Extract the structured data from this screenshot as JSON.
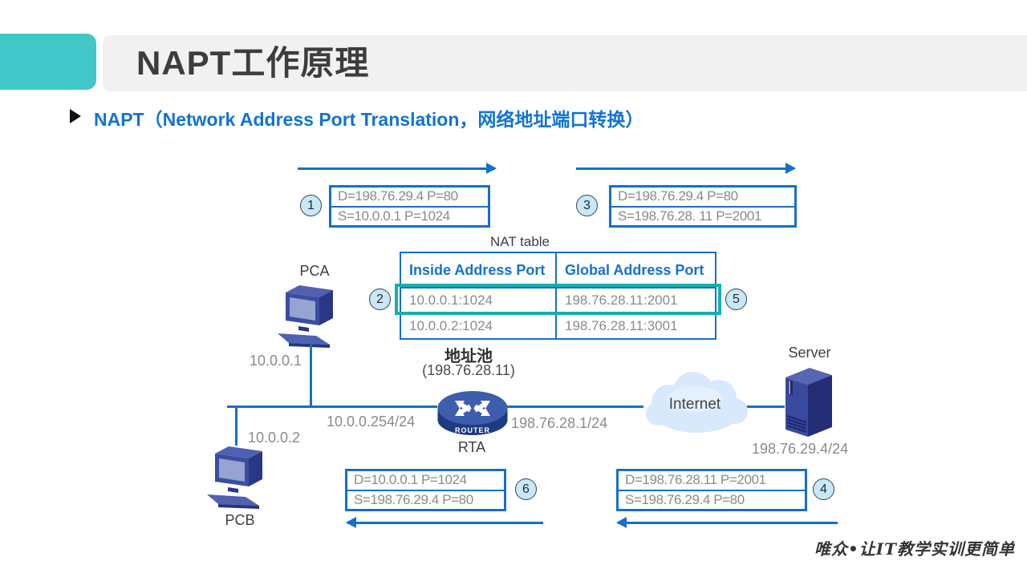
{
  "header": {
    "title": "NAPT工作原理"
  },
  "bullet_line": {
    "text": "NAPT（Network Address Port Translation，网络地址端口转换）"
  },
  "colors": {
    "accent_teal": "#42c7c9",
    "header_bar_gray": "#f1f1f1",
    "line_blue": "#1470c8",
    "subtitle_blue": "#1173d2",
    "highlight_teal": "#14b0ae",
    "step_circle_fill": "#c7e8f9",
    "muted_text_gray": "#8a8a8a",
    "device_navy": "#3c4da0"
  },
  "packets": {
    "p1": {
      "step": "1",
      "line1": "D=198.76.29.4 P=80",
      "line2": "S=10.0.0.1 P=1024"
    },
    "p3": {
      "step": "3",
      "line1": "D=198.76.29.4 P=80",
      "line2": "S=198.76.28. 11 P=2001"
    },
    "p6": {
      "step": "6",
      "line1": "D=10.0.0.1 P=1024",
      "line2": "S=198.76.29.4 P=80"
    },
    "p4": {
      "step": "4",
      "line1": "D=198.76.28.11 P=2001",
      "line2": "S=198.76.29.4 P=80"
    }
  },
  "steps": {
    "s2": "2",
    "s5": "5"
  },
  "nat_table": {
    "title": "NAT table",
    "headers": [
      "Inside Address Port",
      "Global Address Port"
    ],
    "rows": [
      [
        "10.0.0.1:1024",
        "198.76.28.11:2001"
      ],
      [
        "10.0.0.2:1024",
        "198.76.28.11:3001"
      ]
    ],
    "highlighted_row": 0
  },
  "topology": {
    "pca": {
      "name": "PCA",
      "ip": "10.0.0.1"
    },
    "pcb": {
      "name": "PCB",
      "ip": "10.0.0.2"
    },
    "router": {
      "name": "RTA",
      "label": "ROUTER",
      "inside_if": "10.0.0.254/24",
      "outside_if": "198.76.28.1/24"
    },
    "address_pool": {
      "title": "地址池",
      "value": "(198.76.28.11)"
    },
    "internet": {
      "label": "Internet"
    },
    "server": {
      "name": "Server",
      "ip": "198.76.29.4/24"
    }
  },
  "footer": {
    "text": "唯众•让IT教学实训更简单"
  }
}
